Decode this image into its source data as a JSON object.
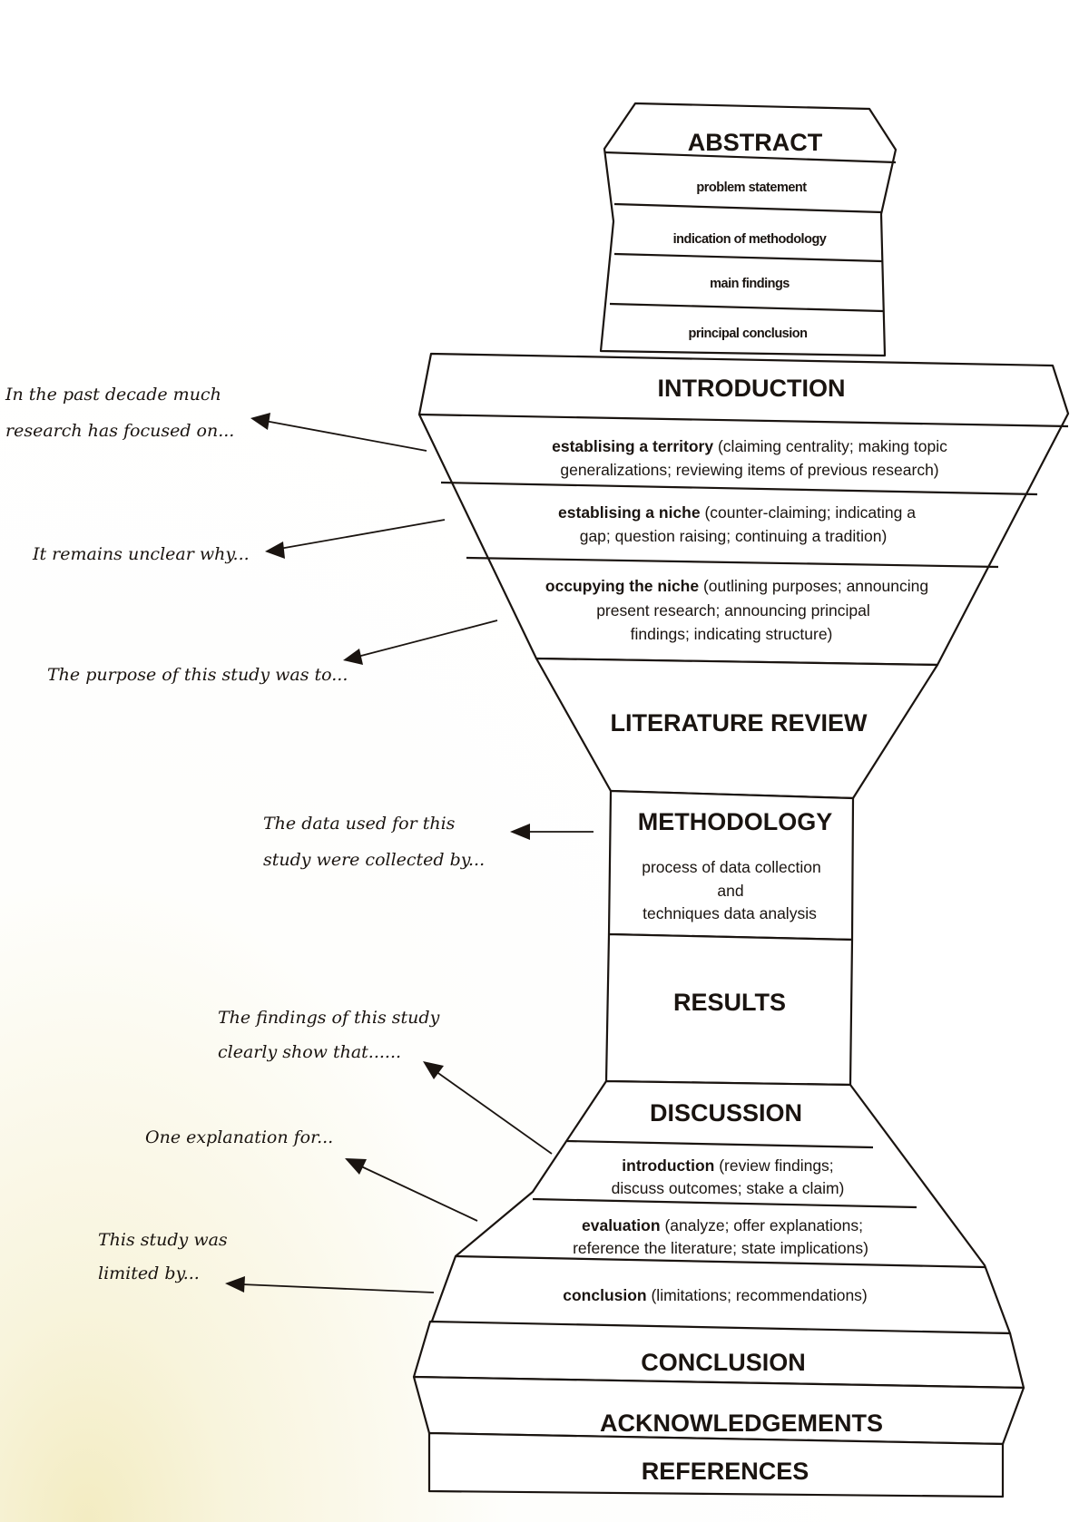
{
  "diagram": {
    "abstract": {
      "title": "ABSTRACT",
      "items": [
        "problem statement",
        "indication of methodology",
        "main findings",
        "principal conclusion"
      ]
    },
    "introduction": {
      "title": "INTRODUCTION",
      "moves": [
        {
          "bold": "establising a territory",
          "lines": [
            "(claiming centrality; making topic",
            "generalizations; reviewing items of previous research)"
          ]
        },
        {
          "bold": "establising a niche",
          "lines": [
            "(counter-claiming; indicating a",
            "gap; question raising; continuing a tradition)"
          ]
        },
        {
          "bold": "occupying the niche",
          "lines": [
            "(outlining purposes; announcing",
            "present research; announcing principal",
            "findings; indicating structure)"
          ]
        }
      ]
    },
    "literature_review": {
      "title": "LITERATURE REVIEW"
    },
    "methodology": {
      "title": "METHODOLOGY",
      "lines": [
        "process of data collection",
        "and",
        "techniques data analysis"
      ]
    },
    "results": {
      "title": "RESULTS"
    },
    "discussion": {
      "title": "DISCUSSION",
      "moves": [
        {
          "bold": "introduction",
          "lines": [
            "(review findings;",
            "discuss outcomes; stake a claim)"
          ]
        },
        {
          "bold": "evaluation",
          "lines": [
            "(analyze; offer explanations;",
            "reference the literature; state implications)"
          ]
        },
        {
          "bold": "conclusion",
          "lines": [
            "(limitations; recommendations)"
          ]
        }
      ]
    },
    "conclusion": {
      "title": "CONCLUSION"
    },
    "acknowledgements": {
      "title": "ACKNOWLEDGEMENTS"
    },
    "references": {
      "title": "REFERENCES"
    }
  },
  "annotations": [
    {
      "lines": [
        "In the past decade much",
        "research has focused on..."
      ],
      "target": "establising a territory"
    },
    {
      "lines": [
        "It remains unclear why..."
      ],
      "target": "establising a niche"
    },
    {
      "lines": [
        "The purpose of this study was to..."
      ],
      "target": "occupying the niche"
    },
    {
      "lines": [
        "The data used for this",
        "study were collected by..."
      ],
      "target": "methodology"
    },
    {
      "lines": [
        "The findings of this study",
        "clearly show that......"
      ],
      "target": "discussion introduction"
    },
    {
      "lines": [
        "One explanation for..."
      ],
      "target": "evaluation"
    },
    {
      "lines": [
        "This study was",
        "limited by..."
      ],
      "target": "conclusion"
    }
  ]
}
